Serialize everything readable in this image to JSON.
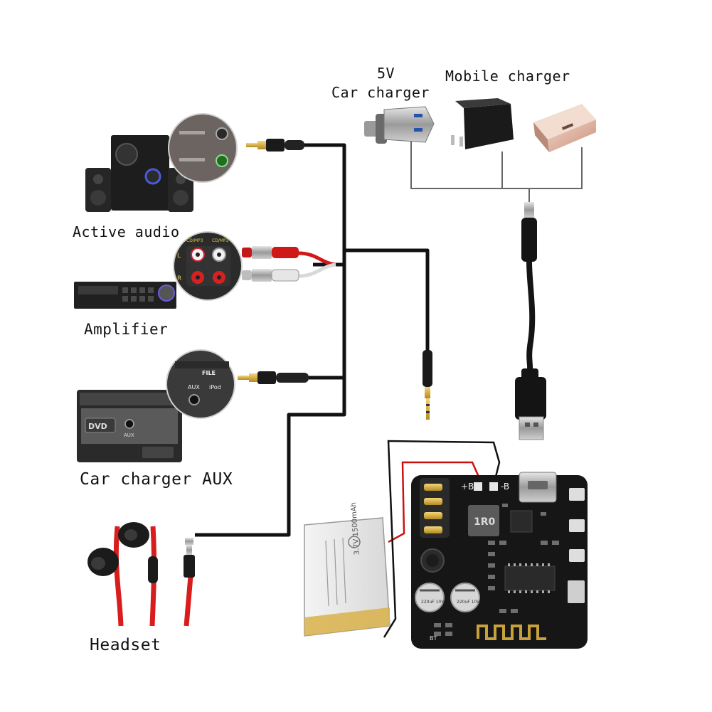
{
  "labels": {
    "voltage": "5V",
    "car_charger": "Car charger",
    "mobile_charger": "Mobile charger",
    "active_audio": "Active audio",
    "amplifier": "Amplifier",
    "car_charger_aux": "Car charger AUX",
    "headset": "Headset"
  },
  "board": {
    "plus_b": "+B",
    "minus_b": "-B",
    "inductor_code": "1R0",
    "cap_left": "220uF 10V",
    "cap_right": "220uF 10V",
    "bt_label": "BT"
  },
  "panels": {
    "rca_cd_mp3": "CD/MP3",
    "rca_l": "L",
    "rca_r": "R",
    "aux_file": "FILE",
    "aux_aux": "AUX",
    "aux_ipod": "iPod",
    "car_aux_port": "AUX",
    "car_radio_tag": "DVD"
  },
  "battery": {
    "spec": "3.7V 1500mAh"
  },
  "colors": {
    "wire": "#111111",
    "wire_red": "#cc1111",
    "psu_line": "#555555",
    "board": "#161616",
    "battery": "#e9e9e9",
    "cable_red": "#d01818",
    "plug_gold": "#d4aa3a"
  }
}
